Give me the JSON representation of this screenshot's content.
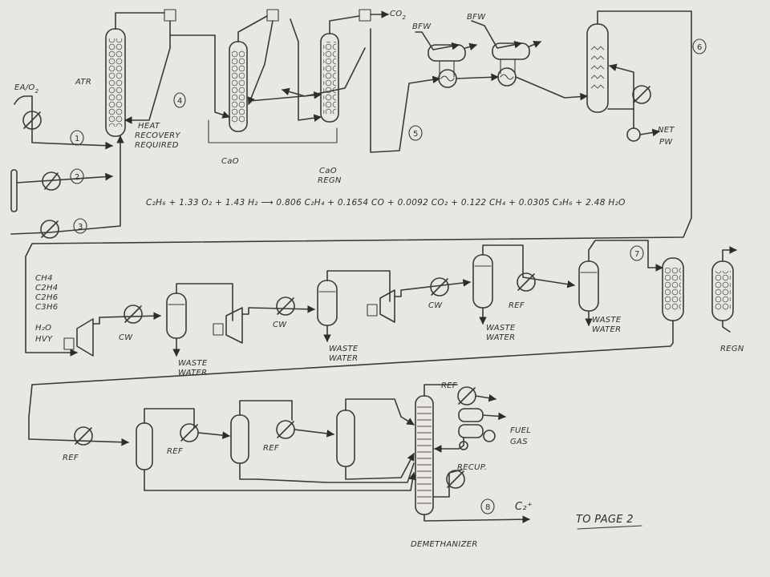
{
  "labels": {
    "feed_air": "EA/O",
    "feed_air_sub": "2",
    "atr": "ATR",
    "heat_recovery": [
      "HEAT",
      "RECOVERY",
      "REQUIRED"
    ],
    "cao": "CaO",
    "cao_regn": [
      "CaO",
      "REGN"
    ],
    "co2": "CO",
    "co2_sub": "2",
    "bfw1": "BFW",
    "bfw2": "BFW",
    "net_pw": [
      "NET",
      "PW"
    ],
    "equation": "C₂H₆  + 1.33 O₂ + 1.43 H₂  ⟶  0.806 C₂H₄ + 0.1654 CO + 0.0092 CO₂ + 0.122 CH₄ + 0.0305 C₃H₆ + 2.48 H₂O",
    "components": [
      "CH4",
      "C2H4",
      "C2H6",
      "C3H6"
    ],
    "h2o": "H₂O",
    "hvy": "HVY",
    "cw1": "CW",
    "cw2": "CW",
    "cw3": "CW",
    "ref_row2": "REF",
    "waste_water": [
      "WASTE",
      "WATER"
    ],
    "regn": "REGN",
    "ref1": "REF",
    "ref2": "REF",
    "ref3": "REF",
    "ref4": "REF",
    "fuel_gas": [
      "FUEL",
      "GAS"
    ],
    "recup": "RECUP.",
    "c2plus": "C₂⁺",
    "demethanizer": "DEMETHANIZER",
    "to_page": "TO PAGE 2",
    "streams": [
      "1",
      "2",
      "3",
      "4",
      "5",
      "6",
      "7",
      "8"
    ]
  }
}
